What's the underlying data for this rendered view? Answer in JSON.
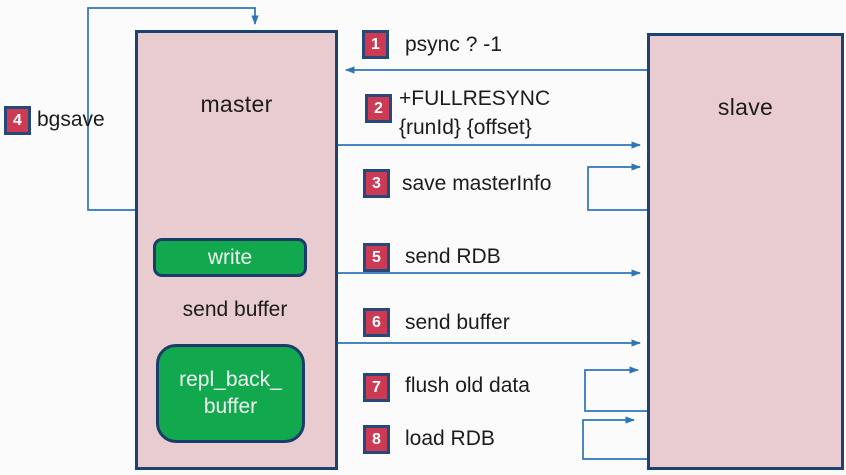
{
  "colors": {
    "bg": "#fbfbfb",
    "line": "#2e75b6",
    "inner-line": "#4472c4",
    "box-fill": "#e8cccf",
    "box-border": "#1e4270",
    "green": "#12a94e",
    "green-border": "#1b3c6b",
    "badge": "#cc3a54",
    "badge-border": "#27497a",
    "text": "#1c1c1c",
    "white-text": "#f2f6f2"
  },
  "nodes": {
    "master": "master",
    "slave": "slave",
    "write": "write",
    "buffer_line1": "repl_back_",
    "buffer_line2": "buffer",
    "inner_arrow_label": "send buffer"
  },
  "steps": [
    {
      "num": "1",
      "label": "psync ? -1"
    },
    {
      "num": "2",
      "label": "+FULLRESYNC",
      "label2": "{runId} {offset}"
    },
    {
      "num": "3",
      "label": "save masterInfo"
    },
    {
      "num": "4",
      "label": "bgsave"
    },
    {
      "num": "5",
      "label": "send RDB"
    },
    {
      "num": "6",
      "label": "send buffer"
    },
    {
      "num": "7",
      "label": "flush old data"
    },
    {
      "num": "8",
      "label": "load RDB"
    }
  ]
}
